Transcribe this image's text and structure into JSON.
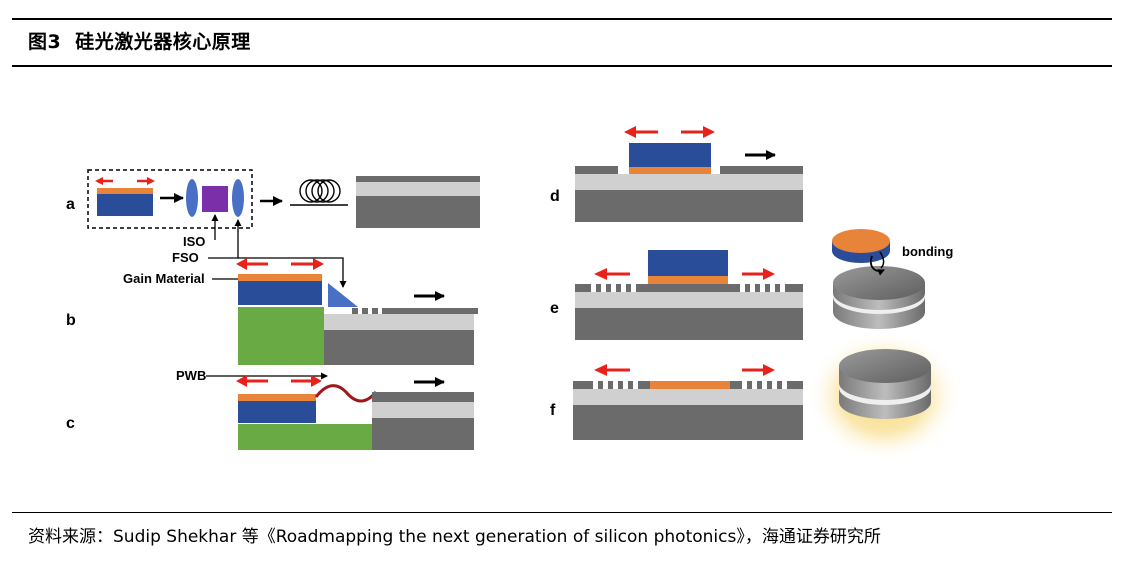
{
  "header": {
    "figure_number": "图3",
    "title": "硅光激光器核心原理"
  },
  "panels": {
    "a": "a",
    "b": "b",
    "c": "c",
    "d": "d",
    "e": "e",
    "f": "f"
  },
  "labels": {
    "iso": "ISO",
    "fso": "FSO",
    "gain_material": "Gain Material",
    "pwb": "PWB",
    "bonding": "bonding"
  },
  "colors": {
    "laser_blue": "#2a4d9a",
    "gain_orange": "#e8843a",
    "arrow_red": "#e8221b",
    "isolator_purple": "#7b2fa8",
    "lens_blue": "#4a70c6",
    "substrate_gray": "#6b6b6b",
    "layer_light_gray": "#d0d0d0",
    "submount_green": "#6aaa45",
    "glow_yellow": "#f7d774"
  },
  "source": {
    "text": "资料来源：Sudip Shekhar 等《Roadmapping the next generation of silicon photonics》，海通证券研究所"
  }
}
